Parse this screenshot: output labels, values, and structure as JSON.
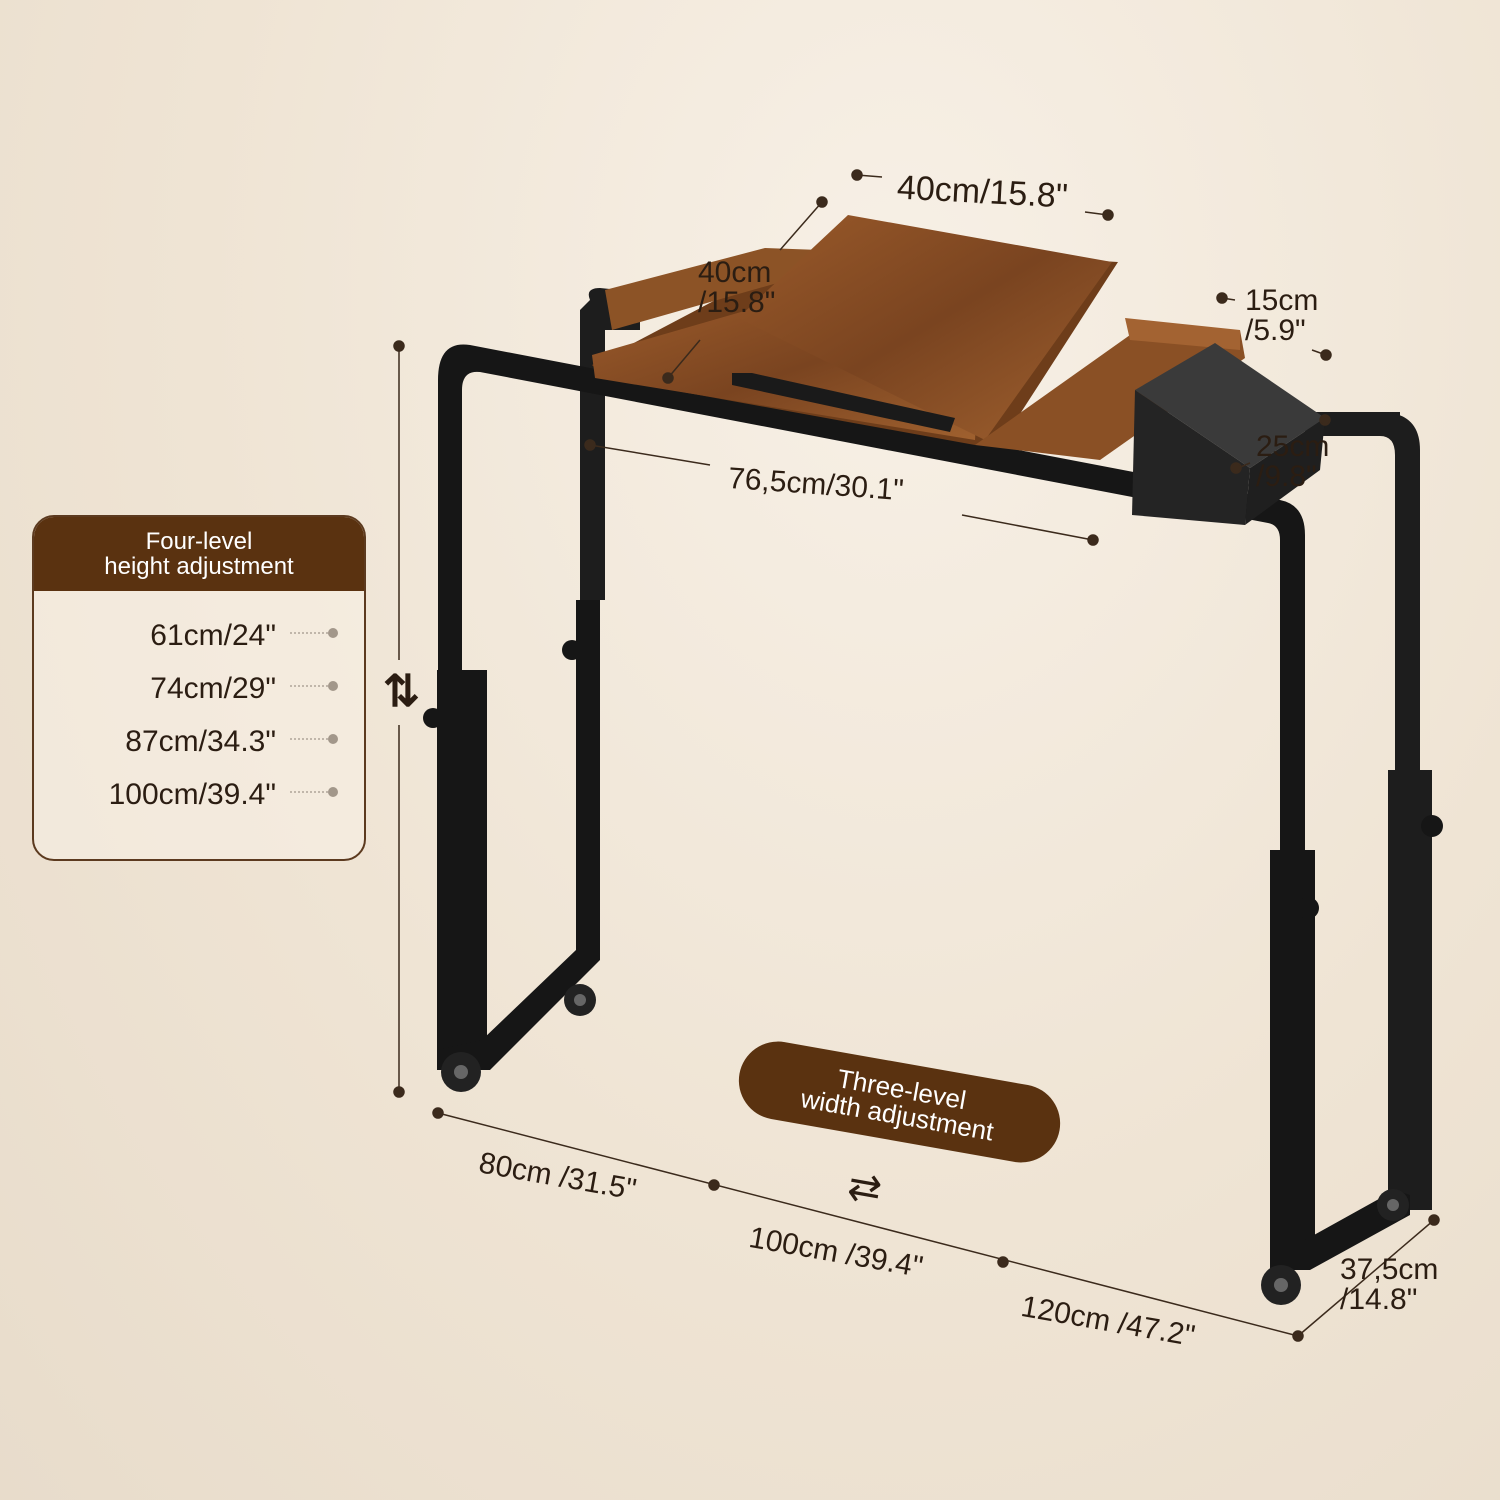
{
  "top_dims": {
    "board_width": "40cm/15.8\"",
    "board_depth_line1": "40cm",
    "board_depth_line2": "/15.8\"",
    "tray_width_line1": "15cm",
    "tray_width_line2": "/5.9\"",
    "tray_depth_line1": "25cm",
    "tray_depth_line2": "/9.8\"",
    "table_length": "76,5cm/30.1\""
  },
  "height_adjust": {
    "title_line1": "Four-level",
    "title_line2": "height adjustment",
    "levels": [
      "61cm/24\"",
      "74cm/29\"",
      "87cm/34.3\"",
      "100cm/39.4\""
    ],
    "arrow_glyph": "⇅"
  },
  "width_adjust": {
    "title_line1": "Three-level",
    "title_line2": "width adjustment",
    "arrow_glyph": "⇄",
    "levels": [
      "80cm /31.5\"",
      "100cm /39.4\"",
      "120cm /47.2\""
    ]
  },
  "base_depth": {
    "line1": "37,5cm",
    "line2": "/14.8\""
  },
  "colors": {
    "brown_accent": "#5a3210",
    "frame_black": "#1b1b1b",
    "wood": "#8a4f24",
    "background": "#efe4d4"
  }
}
